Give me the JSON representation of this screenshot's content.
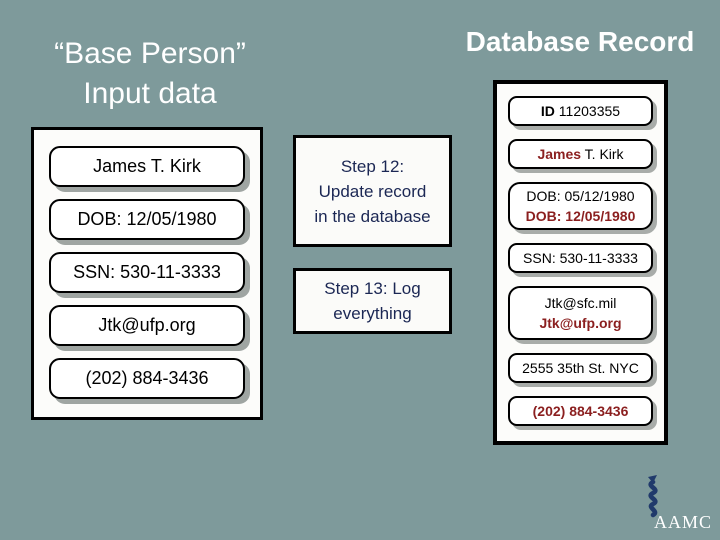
{
  "slide": {
    "title_line1": "“Base Person”",
    "title_line2": "Input data",
    "right_title": "Database Record"
  },
  "colors": {
    "background": "#7E9A9B",
    "box_fill": "#FCFCFA",
    "accent_maroon": "#8B1F1F",
    "step_navy": "#1B2754",
    "logo_navy": "#203A6B",
    "shadow_gray": "#A8ACA9"
  },
  "input_box": {
    "items": [
      "James T. Kirk",
      "DOB: 12/05/1980",
      "SSN: 530-11-3333",
      "Jtk@ufp.org",
      "(202) 884-3436"
    ]
  },
  "steps": [
    {
      "lines": [
        "Step 12:",
        "Update record",
        "in the database"
      ]
    },
    {
      "lines": [
        "Step 13: Log",
        "everything"
      ]
    }
  ],
  "record_box": {
    "id_label": "ID",
    "id_value": " 11203355",
    "name_highlight": "James",
    "name_rest": " T. Kirk",
    "dob_old": "DOB: 05/12/1980",
    "dob_new": "DOB: 12/05/1980",
    "ssn": "SSN: 530-11-3333",
    "email_old": "Jtk@sfc.mil",
    "email_new": "Jtk@ufp.org",
    "address": "2555 35th St. NYC",
    "phone": "(202) 884-3436"
  },
  "logo": {
    "text": "AAMC"
  }
}
